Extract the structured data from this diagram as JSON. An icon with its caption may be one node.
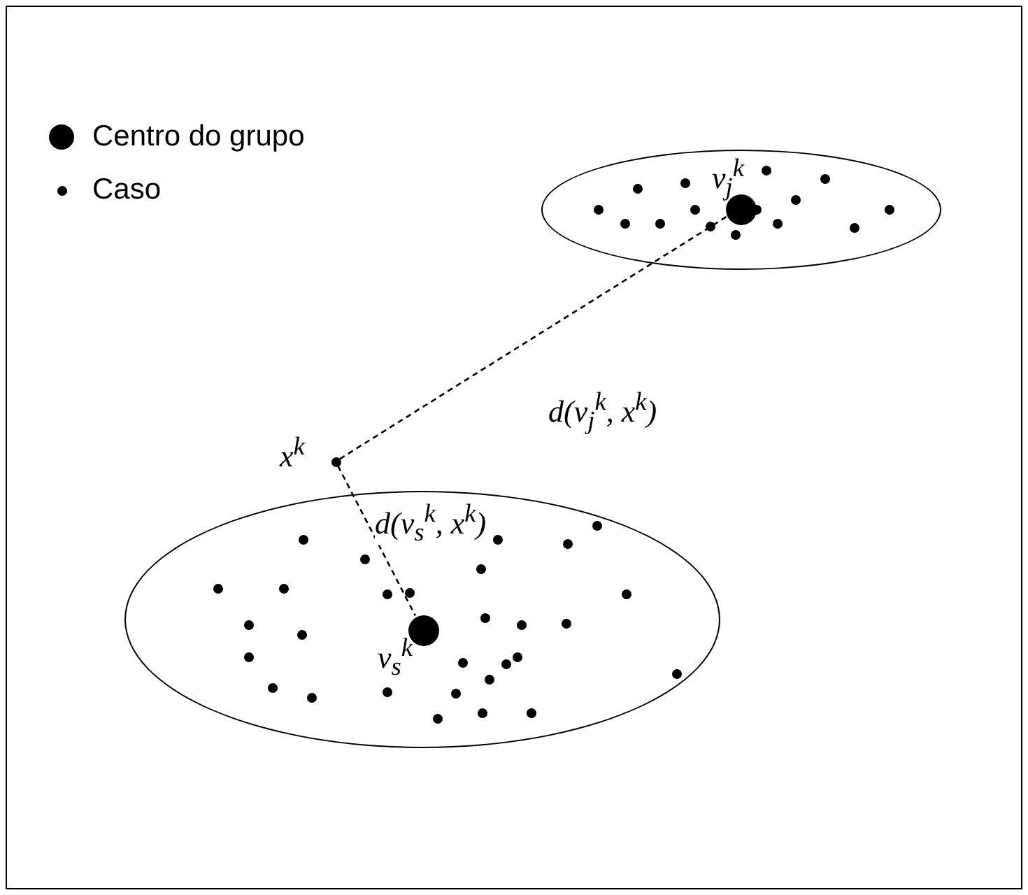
{
  "diagram": {
    "nodes": [
      {
        "text": [],
        "shape": "ellipse"
      },
      {
        "text": [],
        "shape": "circle",
        "in": 0,
        "beside": [
          "v$_{j}$$^{k}$"
        ]
      },
      {
        "text": [],
        "shape": "ellipse"
      },
      {
        "text": [],
        "shape": "circle",
        "in": 2,
        "beside": [
          "v$_{s}$$^{k}$"
        ]
      },
      {
        "text": [],
        "shape": "circle",
        "beside": [
          "x$^{k}$"
        ]
      }
    ],
    "edges": [
      {
        "from": 4,
        "to": 1,
        "arrow": "none",
        "style": "dashed",
        "label": "d(v$_{j}$$^{k}$, x$^{k}$)"
      },
      {
        "from": 4,
        "to": 3,
        "arrow": "none",
        "style": "dashed",
        "label": "d(v$_{s}$$^{k}$, x$^{k}$)"
      }
    ],
    "legend": [
      {
        "text": "Centro do grupo"
      },
      {
        "text": "Caso"
      }
    ]
  }
}
